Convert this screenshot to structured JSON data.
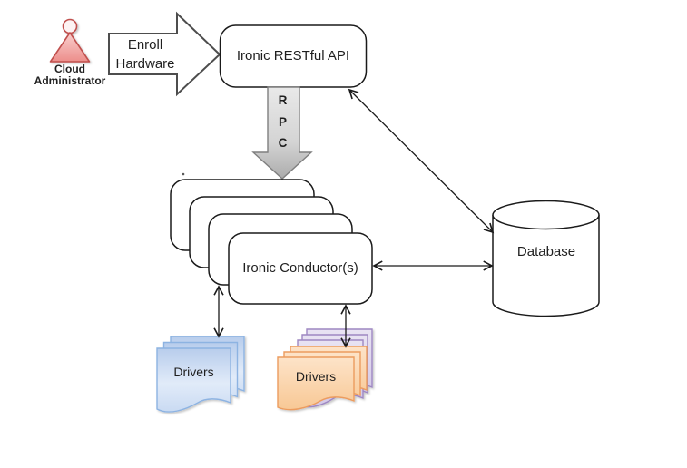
{
  "nodes": {
    "cloud_admin": {
      "label": "Cloud Administrator"
    },
    "enroll_arrow": {
      "lines": [
        "Enroll",
        "Hardware"
      ]
    },
    "api": {
      "label": "Ironic RESTful API"
    },
    "rpc_arrow": {
      "letters": [
        "R",
        "P",
        "C"
      ]
    },
    "conductor": {
      "label": "Ironic Conductor(s)",
      "stacked_copies": 4
    },
    "database": {
      "label": "Database"
    },
    "drivers_blue": {
      "label": "Drivers",
      "stacked_copies": 3
    },
    "drivers_orange": {
      "label": "Drivers",
      "stacked_copies": 3,
      "purple_background_copies": 3
    }
  },
  "edges": [
    {
      "from": "cloud_admin",
      "to": "api",
      "label": "Enroll Hardware",
      "style": "block-arrow",
      "bidirectional": false
    },
    {
      "from": "api",
      "to": "conductor",
      "label": "RPC",
      "style": "block-arrow",
      "bidirectional": false
    },
    {
      "from": "api",
      "to": "database",
      "style": "thin-line",
      "bidirectional": true
    },
    {
      "from": "conductor",
      "to": "database",
      "style": "thin-line",
      "bidirectional": true
    },
    {
      "from": "conductor",
      "to": "drivers_blue",
      "style": "thin-line",
      "bidirectional": true
    },
    {
      "from": "conductor",
      "to": "drivers_orange",
      "style": "thin-line",
      "bidirectional": true
    }
  ],
  "colors": {
    "outline": "#1a1a1a",
    "admin_border": "#C0504D",
    "admin_fill_light": "#F9CFCE",
    "admin_fill_dark": "#EC8E8B",
    "enroll_arrow_border": "#4d4d4d",
    "rpc_border": "#7F7F7F",
    "rpc_fill_light": "#E9E9E9",
    "rpc_fill_dark": "#ABABAB",
    "drivers_blue_border": "#8DB3E2",
    "drivers_blue_fill_light": "#B8CDEC",
    "drivers_blue_fill_dark": "#DDE9F8",
    "drivers_orange_border": "#EC9C5E",
    "drivers_orange_fill_light": "#FDE3C8",
    "drivers_orange_fill_dark": "#F8C895",
    "drivers_purple_border": "#9E88C2",
    "drivers_purple_fill_light": "#E8E3F3",
    "drivers_purple_fill_dark": "#D3C7E6"
  }
}
